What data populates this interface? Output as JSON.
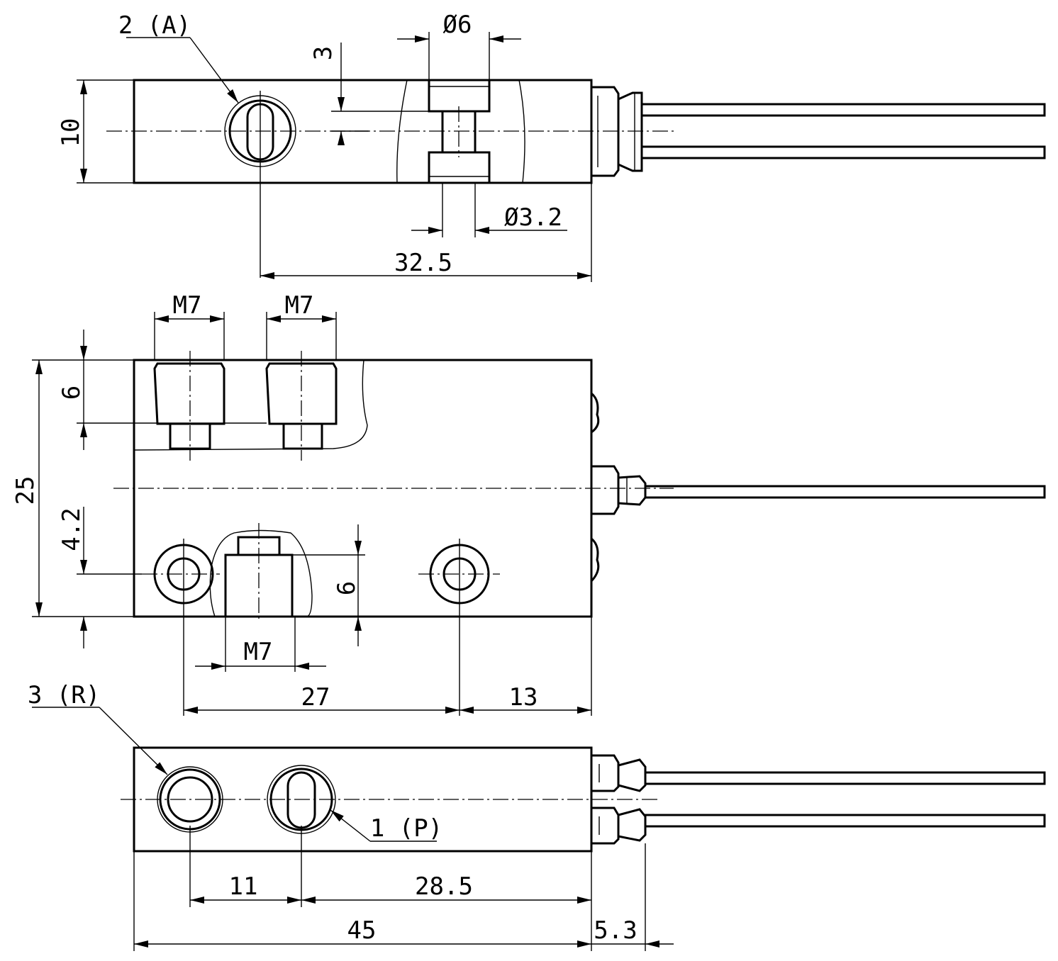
{
  "labels": {
    "port_a": "2 (A)",
    "port_r": "3 (R)",
    "port_p": "1 (P)"
  },
  "dimensions": {
    "top_width_10": "10",
    "depth_3": "3",
    "dia_6": "Ø6",
    "dia_3_2": "Ø3.2",
    "len_32_5": "32.5",
    "thread_m7_left": "M7",
    "thread_m7_right": "M7",
    "thread_m7_bottom": "M7",
    "height_25": "25",
    "depth_6_top": "6",
    "offset_4_2": "4.2",
    "depth_6_lower": "6",
    "spacing_27": "27",
    "offset_13": "13",
    "spacing_11": "11",
    "len_28_5": "28.5",
    "len_45": "45",
    "len_5_3": "5.3"
  },
  "colors": {
    "line": "#000000",
    "background": "#ffffff"
  }
}
